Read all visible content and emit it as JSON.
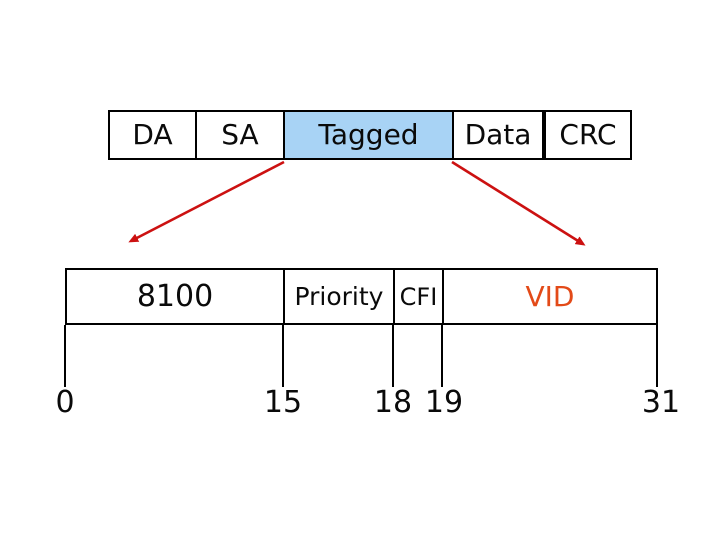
{
  "diagram": {
    "frame_row": {
      "cells": [
        {
          "id": "da",
          "label": "DA"
        },
        {
          "id": "sa",
          "label": "SA"
        },
        {
          "id": "tagged",
          "label": "Tagged"
        },
        {
          "id": "data",
          "label": "Data"
        },
        {
          "id": "crc",
          "label": "CRC"
        }
      ]
    },
    "tag_row": {
      "cells": [
        {
          "id": "8100",
          "label": "8100"
        },
        {
          "id": "priority",
          "label": "Priority"
        },
        {
          "id": "cfi",
          "label": "CFI"
        },
        {
          "id": "vid",
          "label": "VID"
        }
      ]
    },
    "ticks": [
      {
        "label": "0"
      },
      {
        "label": "15"
      },
      {
        "label": "18"
      },
      {
        "label": "19"
      },
      {
        "label": "31"
      }
    ],
    "colors": {
      "tagged_fill": "#A8D3F5",
      "arrow": "#CC1111",
      "vid_text": "#E34A18",
      "line": "#000000"
    }
  }
}
